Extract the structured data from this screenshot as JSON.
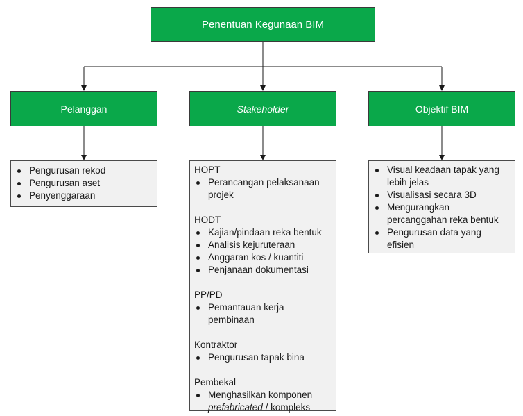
{
  "root": {
    "label": "Penentuan Kegunaan BIM"
  },
  "columns": [
    {
      "label": "Pelanggan",
      "items": [
        "Pengurusan rekod",
        "Pengurusan aset",
        "Penyenggaraan"
      ]
    },
    {
      "label": "Stakeholder",
      "groups": [
        {
          "heading": "HOPT",
          "items": [
            "Perancangan pelaksanaan projek"
          ]
        },
        {
          "heading": "HODT",
          "items": [
            "Kajian/pindaan reka bentuk",
            "Analisis kejuruteraan",
            "Anggaran kos / kuantiti",
            "Penjanaan dokumentasi"
          ]
        },
        {
          "heading": "PP/PD",
          "items": [
            "Pemantauan kerja pembinaan"
          ]
        },
        {
          "heading": "Kontraktor",
          "items": [
            "Pengurusan tapak bina"
          ]
        },
        {
          "heading": "Pembekal",
          "items": [],
          "last_item_italic": "prefabricated",
          "last_item_pre": "Menghasilkan komponen",
          "last_item_post": " / kompleks"
        }
      ]
    },
    {
      "label": "Objektif BIM",
      "items": [
        "Visual keadaan tapak yang lebih jelas",
        "Visualisasi secara 3D",
        "Mengurangkan percanggahan reka bentuk",
        "Pengurusan data yang efisien"
      ]
    }
  ],
  "colors": {
    "green": "#0aa84a",
    "gray": "#f1f1f1",
    "line": "#1a1a1a"
  }
}
